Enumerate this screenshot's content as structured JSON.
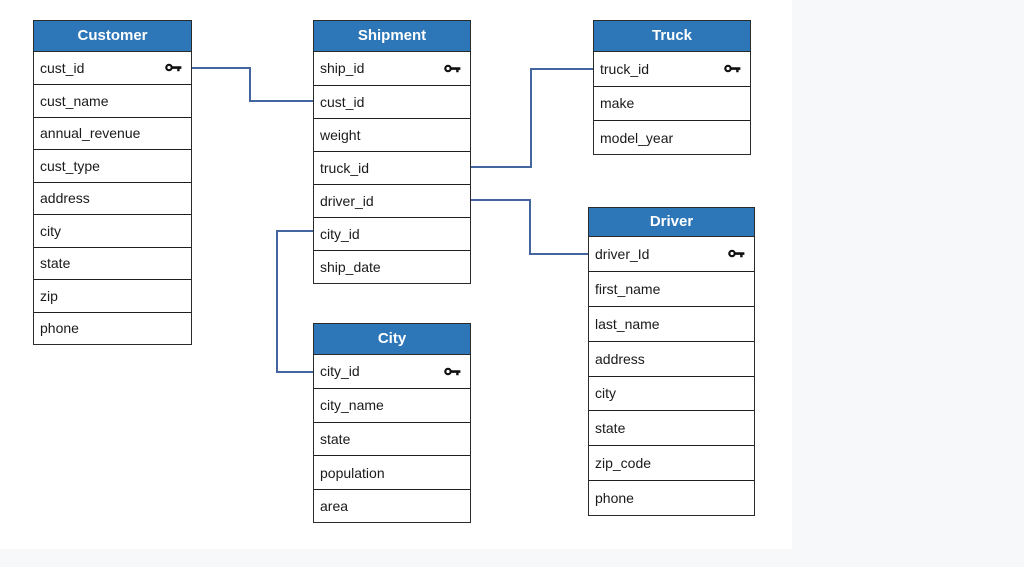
{
  "diagram": {
    "type": "entity-relationship",
    "tables": {
      "customer": {
        "title": "Customer",
        "fields": [
          {
            "name": "cust_id",
            "key": true
          },
          {
            "name": "cust_name",
            "key": false
          },
          {
            "name": "annual_revenue",
            "key": false
          },
          {
            "name": "cust_type",
            "key": false
          },
          {
            "name": "address",
            "key": false
          },
          {
            "name": "city",
            "key": false
          },
          {
            "name": "state",
            "key": false
          },
          {
            "name": "zip",
            "key": false
          },
          {
            "name": "phone",
            "key": false
          }
        ]
      },
      "shipment": {
        "title": "Shipment",
        "fields": [
          {
            "name": "ship_id",
            "key": true
          },
          {
            "name": "cust_id",
            "key": false
          },
          {
            "name": "weight",
            "key": false
          },
          {
            "name": "truck_id",
            "key": false
          },
          {
            "name": "driver_id",
            "key": false
          },
          {
            "name": "city_id",
            "key": false
          },
          {
            "name": "ship_date",
            "key": false
          }
        ]
      },
      "truck": {
        "title": "Truck",
        "fields": [
          {
            "name": "truck_id",
            "key": true
          },
          {
            "name": "make",
            "key": false
          },
          {
            "name": "model_year",
            "key": false
          }
        ]
      },
      "driver": {
        "title": "Driver",
        "fields": [
          {
            "name": "driver_Id",
            "key": true
          },
          {
            "name": "first_name",
            "key": false
          },
          {
            "name": "last_name",
            "key": false
          },
          {
            "name": "address",
            "key": false
          },
          {
            "name": "city",
            "key": false
          },
          {
            "name": "state",
            "key": false
          },
          {
            "name": "zip_code",
            "key": false
          },
          {
            "name": "phone",
            "key": false
          }
        ]
      },
      "city": {
        "title": "City",
        "fields": [
          {
            "name": "city_id",
            "key": true
          },
          {
            "name": "city_name",
            "key": false
          },
          {
            "name": "state",
            "key": false
          },
          {
            "name": "population",
            "key": false
          },
          {
            "name": "area",
            "key": false
          }
        ]
      }
    },
    "relationships": [
      {
        "from": "Customer.cust_id",
        "to": "Shipment.cust_id"
      },
      {
        "from": "Shipment.truck_id",
        "to": "Truck.truck_id"
      },
      {
        "from": "Shipment.driver_id",
        "to": "Driver.driver_Id"
      },
      {
        "from": "Shipment.city_id",
        "to": "City.city_id"
      }
    ]
  },
  "colors": {
    "page_bg": "#f7f8fa",
    "canvas_bg": "#ffffff",
    "header_bg": "#2d77b8",
    "header_text": "#ffffff",
    "row_text": "#1a1a1a",
    "connector": "#44659e",
    "key_icon": "#111111"
  }
}
